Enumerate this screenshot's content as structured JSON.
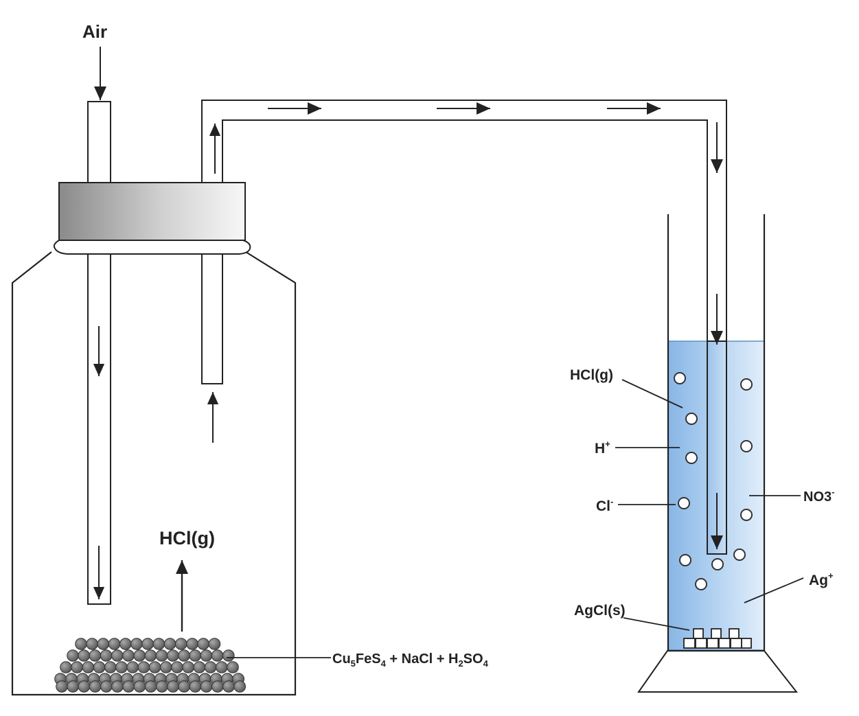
{
  "labels": {
    "air": "Air",
    "hcl_generator": "HCl(g)",
    "reactants": {
      "cu": "Cu",
      "cu_sub": "5",
      "fes": "FeS",
      "fes_sub": "4",
      "nacl": " + NaCl + H",
      "h_sub": "2",
      "so": "SO",
      "so_sub": "4"
    },
    "hcl_beaker": "HCl(g)",
    "h_plus": "H",
    "h_plus_sup": "+",
    "cl_minus": "Cl",
    "cl_minus_sup": "-",
    "no3": "NO3",
    "no3_sup": "-",
    "ag_plus": "Ag",
    "ag_plus_sup": "+",
    "agcl": "AgCl(s)"
  },
  "colors": {
    "line": "#222222",
    "solution": "#a9ccef",
    "solution_edge": "#5e8fc4",
    "cap_dark": "#8a8a8a",
    "cap_light": "#f2f2f2",
    "ball": "#707070"
  }
}
